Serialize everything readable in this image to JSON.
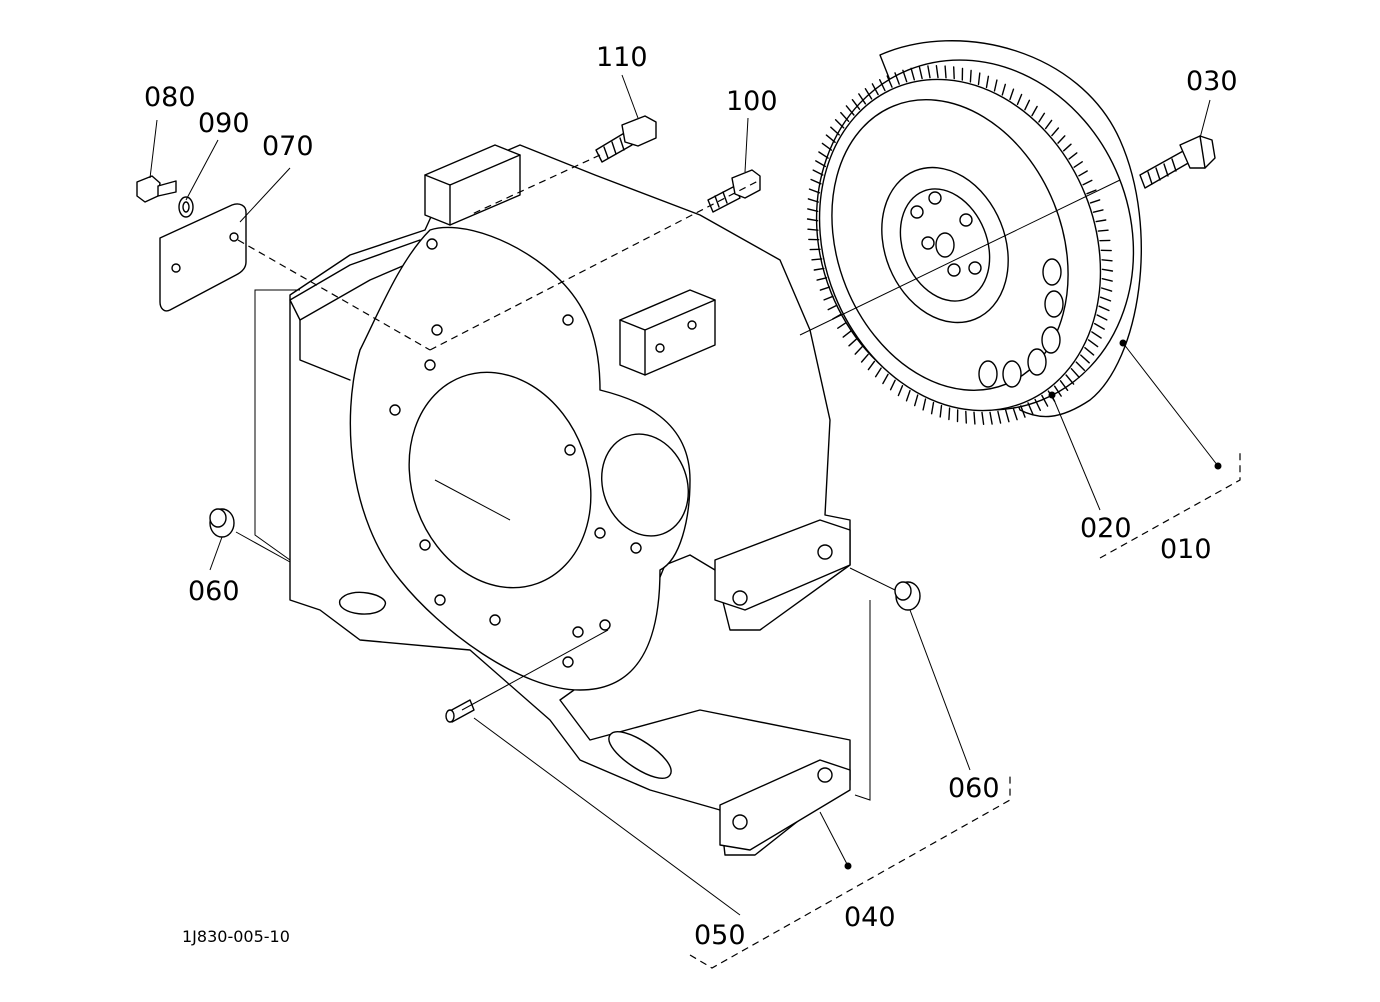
{
  "drawing_code": "1J830-005-10",
  "callouts": {
    "c010": "010",
    "c020": "020",
    "c030": "030",
    "c040": "040",
    "c050": "050",
    "c060a": "060",
    "c060b": "060",
    "c070": "070",
    "c080": "080",
    "c090": "090",
    "c100": "100",
    "c110": "110"
  }
}
